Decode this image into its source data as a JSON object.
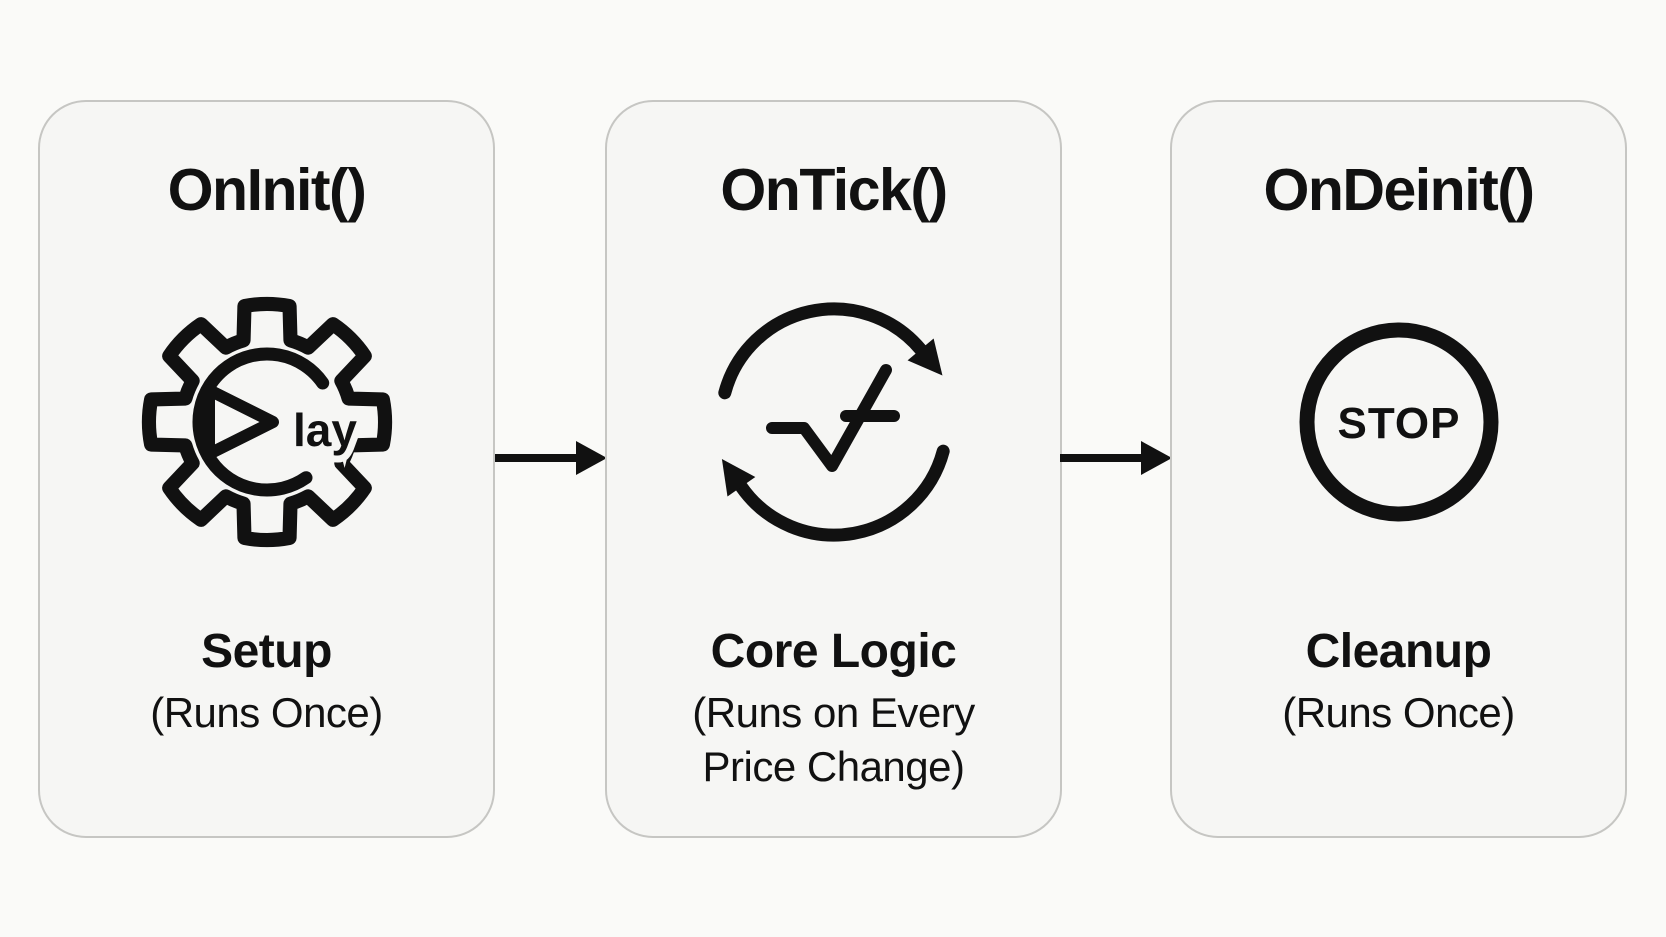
{
  "page": {
    "background": "#fafaf8",
    "ink": "#111111",
    "card_background": "#f6f6f4",
    "card_border": "#c6c6c3"
  },
  "cards": [
    {
      "title": "OnInit()",
      "icon": "gear-play-icon",
      "icon_text": "lay",
      "label": "Setup",
      "sublines": [
        "(Runs Once)"
      ]
    },
    {
      "title": "OnTick()",
      "icon": "cycle-tick-icon",
      "label": "Core Logic",
      "sublines": [
        "(Runs on Every",
        "Price Change)"
      ]
    },
    {
      "title": "OnDeinit()",
      "icon": "stop-icon",
      "icon_text": "STOP",
      "label": "Cleanup",
      "sublines": [
        "(Runs Once)"
      ]
    }
  ]
}
